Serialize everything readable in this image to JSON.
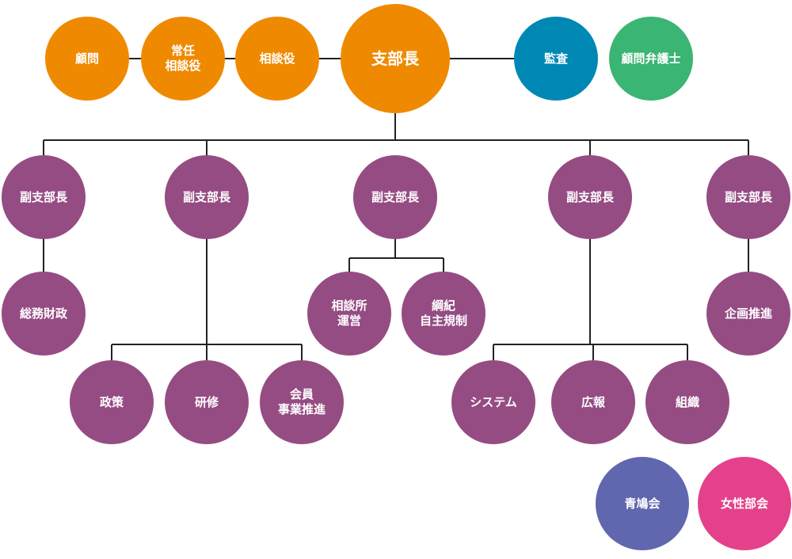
{
  "colors": {
    "orange": "#ef8a00",
    "blue": "#0088b5",
    "green": "#3bb573",
    "purple": "#954c83",
    "indigo": "#6167ae",
    "pink": "#e5418a",
    "line": "#222222"
  },
  "nodes": {
    "komon": [
      "顧問"
    ],
    "jonin_sodanyaku": [
      "常任",
      "相談役"
    ],
    "sodanyaku": [
      "相談役"
    ],
    "shibuchou": [
      "支部長"
    ],
    "kansa": [
      "監査"
    ],
    "komon_bengoshi": [
      "顧問弁護士"
    ],
    "fuku1": [
      "副支部長"
    ],
    "fuku2": [
      "副支部長"
    ],
    "fuku3": [
      "副支部長"
    ],
    "fuku4": [
      "副支部長"
    ],
    "fuku5": [
      "副支部長"
    ],
    "soumu": [
      "総務財政"
    ],
    "seisaku": [
      "政策"
    ],
    "kenshu": [
      "研修"
    ],
    "kaiin": [
      "会員",
      "事業推進"
    ],
    "sodanjo": [
      "相談所",
      "運営"
    ],
    "kouki": [
      "綱紀",
      "自主規制"
    ],
    "system": [
      "システム"
    ],
    "kouhou": [
      "広報"
    ],
    "soshiki": [
      "組織"
    ],
    "kikaku": [
      "企画推進"
    ],
    "seikyukai": [
      "青鳩会"
    ],
    "josei": [
      "女性部会"
    ]
  }
}
